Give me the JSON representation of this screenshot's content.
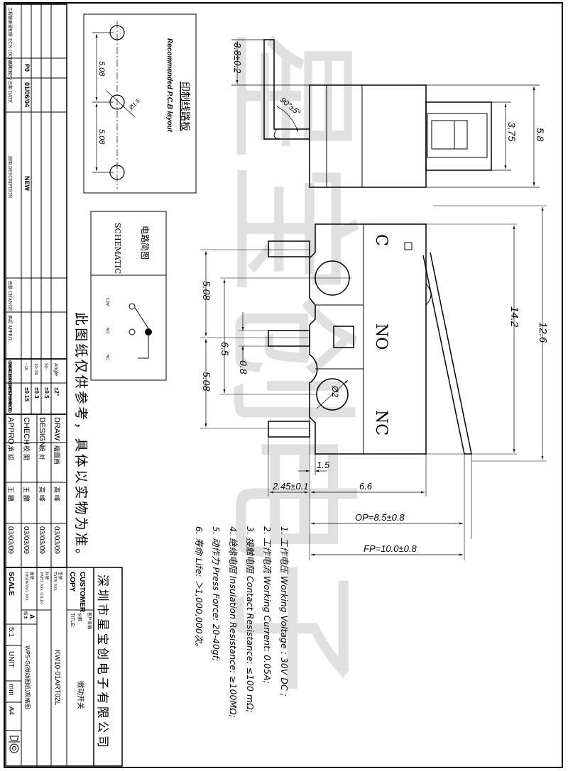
{
  "drawing": {
    "watermark": "星宝创电子",
    "notice": "此图纸仅供参考，具体以实物为准。",
    "pcb_layout": {
      "title_cn": "印制线路板",
      "title_en": "Recommended P.C.B layout",
      "pitch_1": "5.08",
      "pitch_2": "5.08",
      "hole": "Ø1.5"
    },
    "schematic": {
      "title_cn": "电路简图",
      "title_en": "SCHEMATIC",
      "pin_com": "COM",
      "pin_no": "NO",
      "pin_nc": "NC"
    },
    "side_view": {
      "dim_lead": "3.8±0.2",
      "dim_angle": "90°±5°",
      "dim_height": "5.8",
      "dim_button": "3.75"
    },
    "front_view": {
      "label_c": "C",
      "label_no": "NO",
      "label_nc": "NC",
      "hole_dia": "Ø2",
      "dim_508_top": "5.08",
      "dim_508_bottom": "5.08",
      "dim_65": "6.5",
      "dim_08": "0.8",
      "dim_142": "14.2",
      "dim_126": "12.6",
      "dim_15": "1.5",
      "dim_245": "2.45±0.1",
      "dim_66": "6.6",
      "dim_op": "OP=8.5±0.8",
      "dim_fp": "FP=10.0±0.8"
    },
    "specs": [
      "1.  工作电压  Working Voltage : 30V DC ;",
      "2.  工作电流  Working Current: 0.05A;",
      "3.  接触电阻  Contact Resistance:  ≤100 mΩ;",
      "4.  绝缘电阻  Insulation Resistance:  ≥100MΩ;",
      "5.  动作力  Press Force:  20-40gf;",
      "6.  寿命  Life: ＞1,000,000次。"
    ]
  },
  "revision": {
    "headers": [
      "工程變更通知單 ECN (DCN) NO.",
      "版次 REV",
      "日期 DATE",
      "說明 DESCRIPTION",
      "改變 CHANGE",
      "承認 APPRO."
    ],
    "rev": "P0",
    "date": "01/06/04",
    "description": "NEW"
  },
  "tolerance": {
    "title": "GENERAL TOLERANCE UNLESS OTHERWISE NOTED",
    "rows": [
      {
        "range": "Angle",
        "value": "±2°"
      },
      {
        "range": "30~",
        "value": "±0.5"
      },
      {
        "range": "10~30",
        "value": "±0.3"
      },
      {
        "range": "~10",
        "value": "±0.15"
      }
    ]
  },
  "signoff": {
    "rows": [
      {
        "role": "DRAW",
        "cn": "繪圖員",
        "name": "高    峰",
        "date": "03/03/09"
      },
      {
        "role": "DESIGN",
        "cn": "設  計",
        "name": "高    峰",
        "date": "03/03/09"
      },
      {
        "role": "CHECH",
        "cn": "校  閱",
        "name": "王    鵬",
        "date": "03/03/09"
      },
      {
        "role": "APPRO.",
        "cn": "承  認",
        "name": "王    鵬",
        "date": "03/03/09"
      }
    ]
  },
  "title_block": {
    "company": "深圳市星宝创电子有限公司",
    "customer_label": "CUSTOMER",
    "customer_cn": "客戶名稱",
    "copy_label": "COPY",
    "copy_cn": "份數",
    "title_label": "TITLE:",
    "title_cn": "品名",
    "title_value": "微动开关",
    "type_label": "TYPE NO.",
    "type_cn": "型號",
    "type_value": "KW10-01ART02L",
    "part_label": "PART NO. (OLD)",
    "part_cn": "料號",
    "drawing_label": "DRAWING NO.",
    "drawing_cn": "圖號",
    "drawing_value": "WPS-G(微动图纸)规格图",
    "version": "A",
    "version_label": "版本",
    "scale_label": "SCALE",
    "scale_value": "5:1",
    "unit_label": "UNIT",
    "unit_value": "mm",
    "size_value": "A4"
  }
}
